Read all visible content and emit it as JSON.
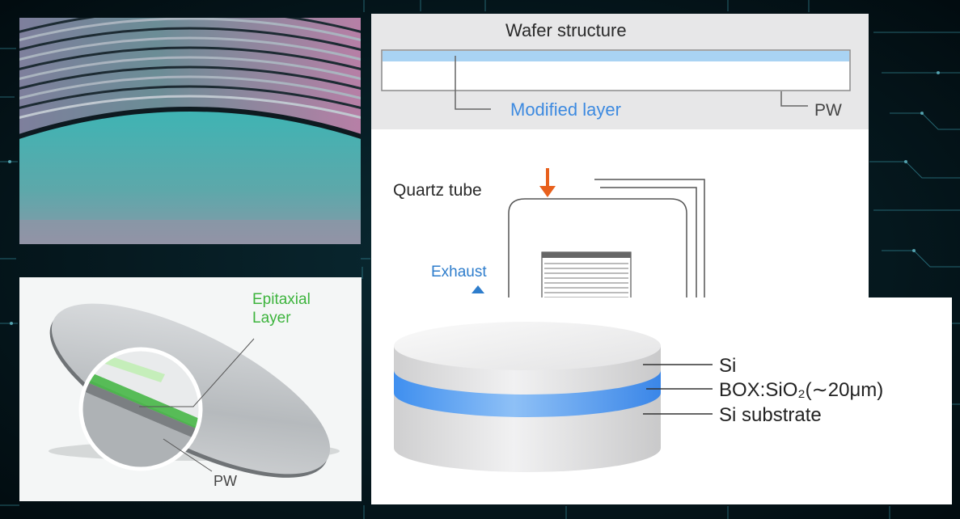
{
  "wafer_structure": {
    "title": "Wafer structure",
    "modified_label": "Modified layer",
    "pw_label": "PW",
    "colors": {
      "modified_layer": "#a9d3f3",
      "label_blue": "#3d8ae0"
    }
  },
  "quartz": {
    "tube_label": "Quartz tube",
    "exhaust_label": "Exhaust",
    "colors": {
      "arrow_orange": "#e8601c",
      "exhaust_blue": "#2e7dcc"
    }
  },
  "epitaxial": {
    "layer_label_line1": "Epitaxial",
    "layer_label_line2": "Layer",
    "pw_label": "PW",
    "colors": {
      "epi_green": "#3db43d"
    }
  },
  "soi": {
    "si_label": "Si",
    "box_label": "BOX:SiO₂(∼20μm)",
    "substrate_label": "Si substrate",
    "colors": {
      "box_blue": "#3f8fef"
    }
  }
}
